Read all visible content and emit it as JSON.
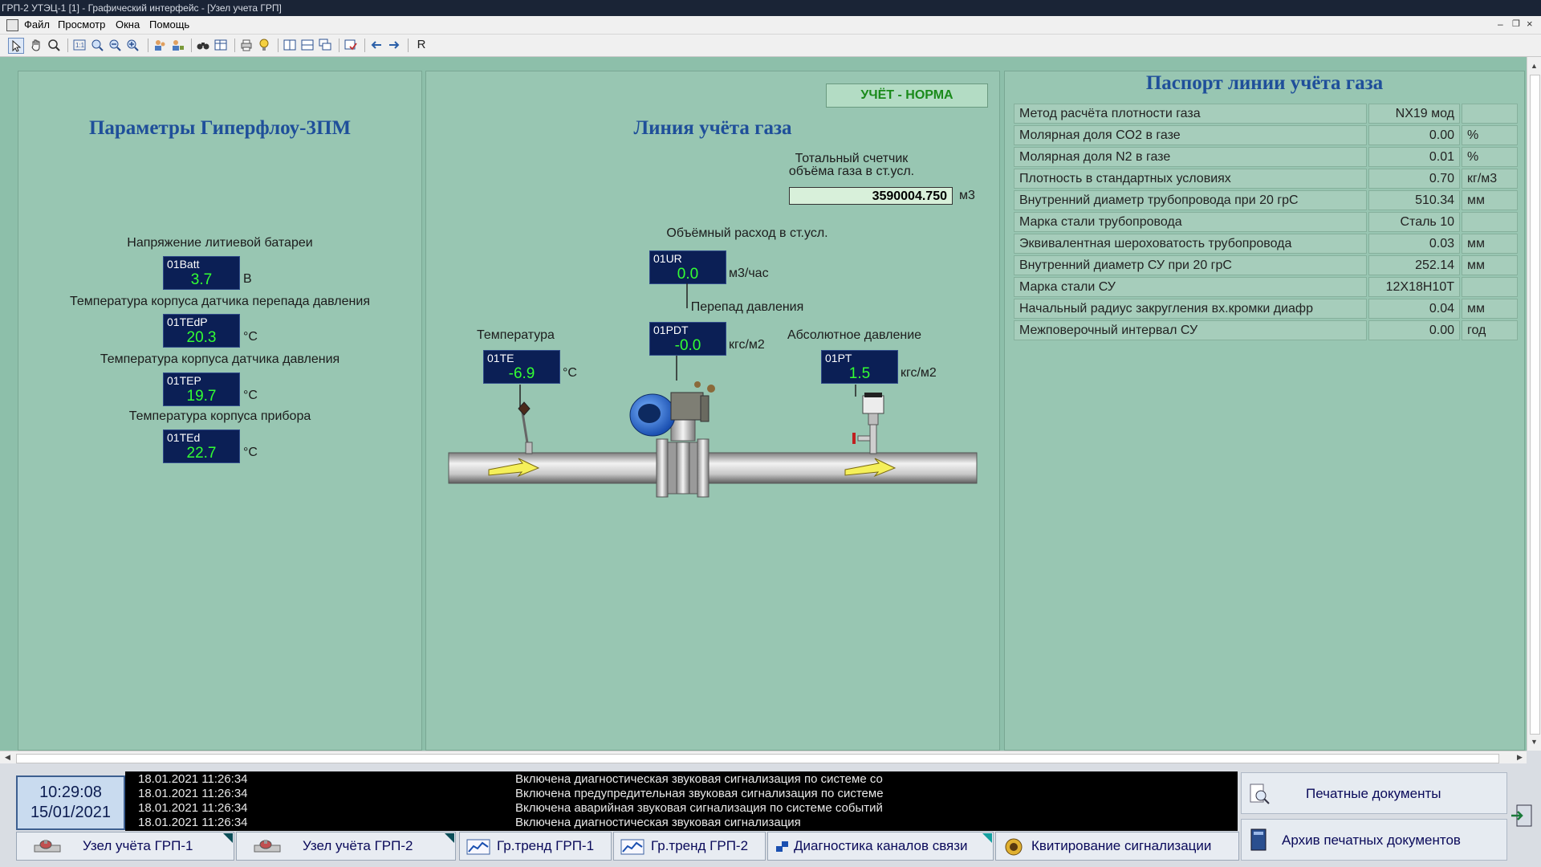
{
  "window": {
    "title": "ГРП-2 УТЭЦ-1 [1] - Графический интерфейс - [Узел учета ГРП]",
    "menu": [
      "Файл",
      "Просмотр",
      "Окна",
      "Помощь"
    ],
    "toolbar_r_label": "R"
  },
  "left": {
    "title": "Параметры Гиперфлоу-3ПМ",
    "params": [
      {
        "label": "Напряжение литиевой батареи",
        "tag": "01Batt",
        "value": "3.7",
        "unit": "В"
      },
      {
        "label": "Температура корпуса датчика перепада давления",
        "tag": "01TEdP",
        "value": "20.3",
        "unit": "°С"
      },
      {
        "label": "Температура корпуса датчика давления",
        "tag": "01TEP",
        "value": "19.7",
        "unit": "°С"
      },
      {
        "label": "Температура корпуса прибора",
        "tag": "01TEd",
        "value": "22.7",
        "unit": "°С"
      }
    ]
  },
  "center": {
    "status": "УЧЁТ - НОРМА",
    "status_color": "#1a8a1a",
    "title": "Линия учёта газа",
    "total_label_1": "Тотальный счетчик",
    "total_label_2": "объёма газа в ст.усл.",
    "total_value": "3590004.750",
    "total_unit": "м3",
    "flow_label": "Объёмный расход в ст.усл.",
    "flow": {
      "tag": "01UR",
      "value": "0.0",
      "unit": "м3/час"
    },
    "dp_label": "Перепад давления",
    "dp": {
      "tag": "01PDT",
      "value": "-0.0",
      "unit": "кгс/м2"
    },
    "temp_label": "Температура",
    "temp": {
      "tag": "01TE",
      "value": "-6.9",
      "unit": "°С"
    },
    "abs_label": "Абсолютное давление",
    "abs": {
      "tag": "01PT",
      "value": "1.5",
      "unit": "кгс/м2"
    }
  },
  "right": {
    "title": "Паспорт линии учёта газа",
    "rows": [
      {
        "name": "Метод расчёта плотности газа",
        "value": "NX19 мод",
        "unit": ""
      },
      {
        "name": "Молярная доля CO2 в газе",
        "value": "0.00",
        "unit": "%"
      },
      {
        "name": "Молярная доля N2 в газе",
        "value": "0.01",
        "unit": "%"
      },
      {
        "name": "Плотность в стандартных условиях",
        "value": "0.70",
        "unit": "кг/м3"
      },
      {
        "name": "Внутренний диаметр трубопровода при 20 грС",
        "value": "510.34",
        "unit": "мм"
      },
      {
        "name": "Марка стали трубопровода",
        "value": "Сталь 10",
        "unit": ""
      },
      {
        "name": "Эквивалентная шероховатость трубопровода",
        "value": "0.03",
        "unit": "мм"
      },
      {
        "name": "Внутренний диаметр СУ при 20 грС",
        "value": "252.14",
        "unit": "мм"
      },
      {
        "name": "Марка стали СУ",
        "value": "12Х18Н10Т",
        "unit": ""
      },
      {
        "name": "Начальный радиус закругления вх.кромки диафр",
        "value": "0.04",
        "unit": "мм"
      },
      {
        "name": "Межповерочный интервал СУ",
        "value": "0.00",
        "unit": "год"
      }
    ]
  },
  "footer": {
    "time": "10:29:08",
    "date": "15/01/2021",
    "events": [
      {
        "dt": "18.01.2021 11:26:34",
        "msg": "Включена диагностическая звуковая сигнализация по системе со"
      },
      {
        "dt": "18.01.2021 11:26:34",
        "msg": "Включена предупредительная звуковая сигнализация по системе"
      },
      {
        "dt": "18.01.2021 11:26:34",
        "msg": "Включена аварийная звуковая сигнализация по системе событий"
      },
      {
        "dt": "18.01.2021 11:26:34",
        "msg": "Включена диагностическая звуковая сигнализация"
      }
    ],
    "tabs": [
      "Узел учёта ГРП-1",
      "Узел учёта ГРП-2",
      "Гр.тренд ГРП-1",
      "Гр.тренд ГРП-2",
      "Диагностика каналов связи",
      "Квитирование сигнализации"
    ],
    "print_docs": "Печатные документы",
    "print_archive": "Архив печатных документов"
  }
}
